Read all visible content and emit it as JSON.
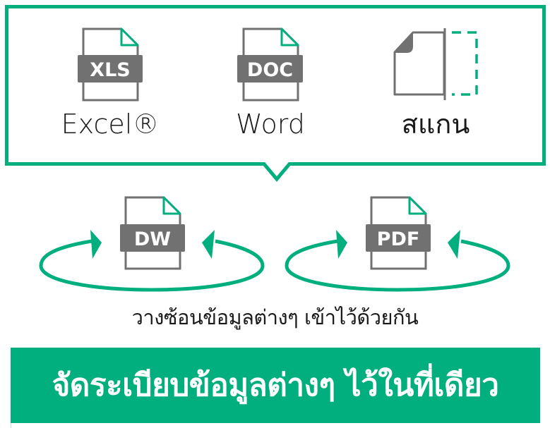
{
  "colors": {
    "accent_green": "#00AE7E",
    "icon_gray": "#727171",
    "text": "#1a1a1a",
    "background": "#ffffff"
  },
  "source_formats": {
    "items": [
      {
        "badge": "XLS",
        "label": "Excel®",
        "icon": "xls-file-icon"
      },
      {
        "badge": "DOC",
        "label": "Word",
        "icon": "doc-file-icon"
      },
      {
        "badge": "",
        "label": "สแกน",
        "icon": "scan-document-icon"
      }
    ]
  },
  "overlay_targets": {
    "items": [
      {
        "badge": "DW",
        "icon": "dw-file-icon"
      },
      {
        "badge": "PDF",
        "icon": "pdf-file-icon"
      }
    ]
  },
  "caption": "วางซ้อนข้อมูลต่างๆ เข้าไว้ด้วยกัน",
  "banner": {
    "text": "จัดระเบียบข้อมูลต่างๆ ไว้ในที่เดียว"
  }
}
